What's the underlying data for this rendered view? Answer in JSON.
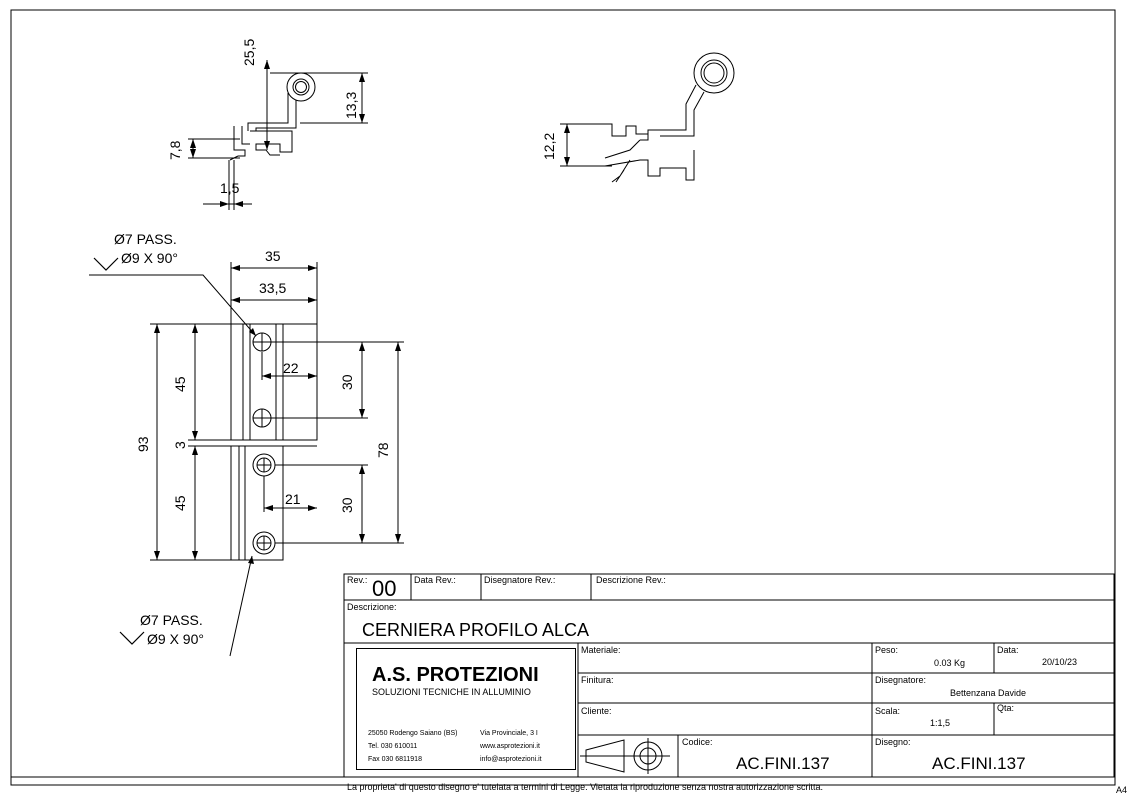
{
  "dimensions": {
    "d_25_5": "25,5",
    "d_13_3": "13,3",
    "d_7_8": "7,8",
    "d_1_5": "1,5",
    "d_12_2": "12,2",
    "d_35": "35",
    "d_33_5": "33,5",
    "d_45_top": "45",
    "d_3": "3",
    "d_45_bottom": "45",
    "d_93": "93",
    "d_22": "22",
    "d_30_top": "30",
    "d_21": "21",
    "d_30_bottom": "30",
    "d_78": "78"
  },
  "hole_notes": {
    "top_line1": "Ø7 PASS.",
    "top_line2": "Ø9 X 90°",
    "bottom_line1": "Ø7 PASS.",
    "bottom_line2": "Ø9 X 90°"
  },
  "title_block": {
    "rev_label": "Rev.:",
    "rev_value": "00",
    "data_rev_label": "Data Rev.:",
    "disegnatore_rev_label": "Disegnatore Rev.:",
    "descrizione_rev_label": "Descrizione Rev.:",
    "descrizione_label": "Descrizione:",
    "descrizione_value": "CERNIERA PROFILO ALCA",
    "materiale_label": "Materiale:",
    "finitura_label": "Finitura:",
    "cliente_label": "Cliente:",
    "codice_label": "Codice:",
    "codice_value": "AC.FINI.137",
    "peso_label": "Peso:",
    "peso_value": "0.03 Kg",
    "data_label": "Data:",
    "data_value": "20/10/23",
    "disegnatore_label": "Disegnatore:",
    "disegnatore_value": "Bettenzana Davide",
    "scala_label": "Scala:",
    "scala_value": "1:1,5",
    "qta_label": "Qta:",
    "disegno_label": "Disegno:",
    "disegno_value": "AC.FINI.137"
  },
  "company": {
    "name": "A.S. PROTEZIONI",
    "tagline": "SOLUZIONI TECNICHE IN ALLUMINIO",
    "address": "25050 Rodengo Saiano (BS)",
    "street": "Via Provinciale, 3 I",
    "tel": "Tel.  030 610011",
    "web": "www.asprotezioni.it",
    "fax": "Fax  030 6811918",
    "email": "info@asprotezioni.it"
  },
  "footer": {
    "disclaimer": "La proprieta' di questo disegno e' tutelata a termini di Legge.  Vietata la riproduzione senza nostra autorizzazione scritta.",
    "sheet_size": "A4"
  }
}
